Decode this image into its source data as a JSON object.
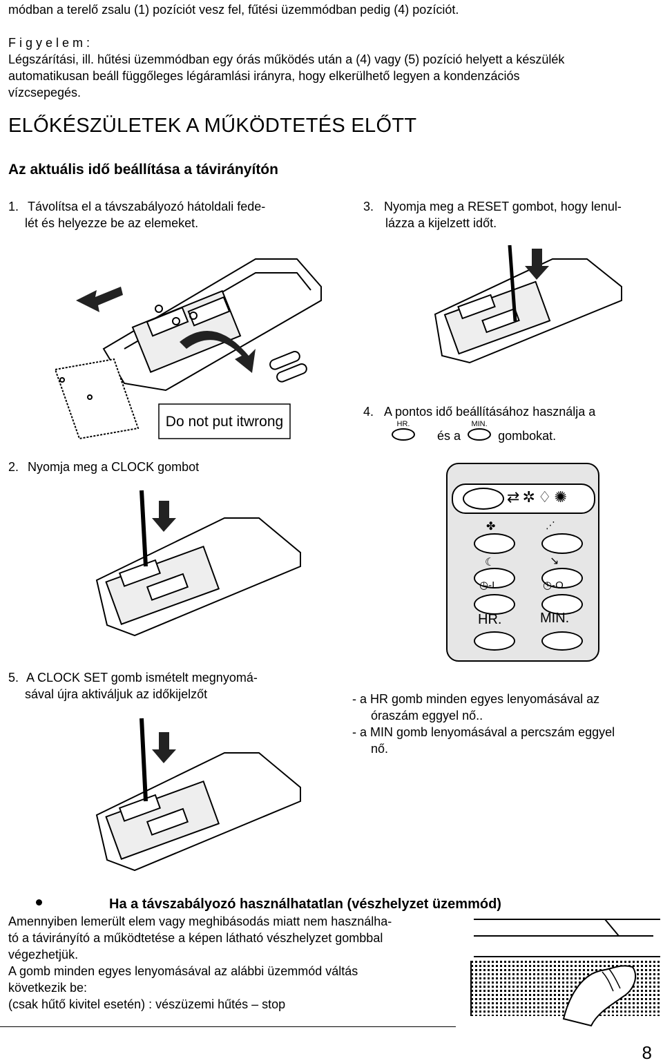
{
  "intro": {
    "line1": "módban a terelő zsalu (1) pozíciót vesz fel, fűtési üzemmódban pedig (4) pozíciót.",
    "attention_label": "F i g y e l e m :",
    "attention_text_1": "Légszárítási, ill. hűtési üzemmódban egy órás működés után a (4) vagy (5) pozíció helyett a készülék",
    "attention_text_2": "automatikusan beáll függőleges légáramlási irányra, hogy elkerülhető legyen a kondenzációs",
    "attention_text_3": "vízcsepegés."
  },
  "section_title": "ELŐKÉSZÜLETEK A MŰKÖDTETÉS ELŐTT",
  "subsection_title": "Az aktuális idő beállítása a távirányítón",
  "steps": {
    "s1_num": "1.",
    "s1_line1": "Távolítsa el a távszabályozó hátoldali fede-",
    "s1_line2": "lét és helyezze be az elemeket.",
    "s1_caption": "Do not put itwrong",
    "s2_num": "2.",
    "s2_text": "Nyomja meg a CLOCK gombot",
    "s3_num": "3.",
    "s3_line1": "Nyomja meg a RESET gombot, hogy lenul-",
    "s3_line2": "lázza  a kijelzett időt.",
    "s4_num": "4.",
    "s4_line1": "A pontos idő beállításához  használja a",
    "s4_hr_icon_label": "HR.",
    "s4_min_icon_label": "MIN.",
    "s4_and": "és a",
    "s4_end": "gombokat.",
    "s5_num": "5.",
    "s5_line1": "A CLOCK SET gomb ismételt megnyomá-",
    "s5_line2": "sával újra aktiváljuk az időkijelzőt"
  },
  "remote_panel": {
    "hr_label": "HR.",
    "min_label": "MIN."
  },
  "notes": {
    "hr_line1": "- a HR gomb minden egyes lenyomásával az",
    "hr_line2": "óraszám eggyel nő..",
    "min_line1": "- a MIN gomb lenyomásával a percszám eggyel",
    "min_line2": "nő."
  },
  "emergency": {
    "title": "Ha a távszabályozó használhatatlan (vészhelyzet üzemmód)",
    "line1": "Amennyiben lemerült elem vagy meghibásodás miatt nem használha-",
    "line2": "tó a távirányító a működtetése a képen látható vészhelyzet gombbal",
    "line3": "végezhetjük.",
    "line4": "A gomb minden egyes lenyomásával az alábbi üzemmód váltás",
    "line5": "következik be:",
    "line6": "(csak hűtő kivitel esetén) : vészüzemi hűtés – stop"
  },
  "page_number": "8"
}
